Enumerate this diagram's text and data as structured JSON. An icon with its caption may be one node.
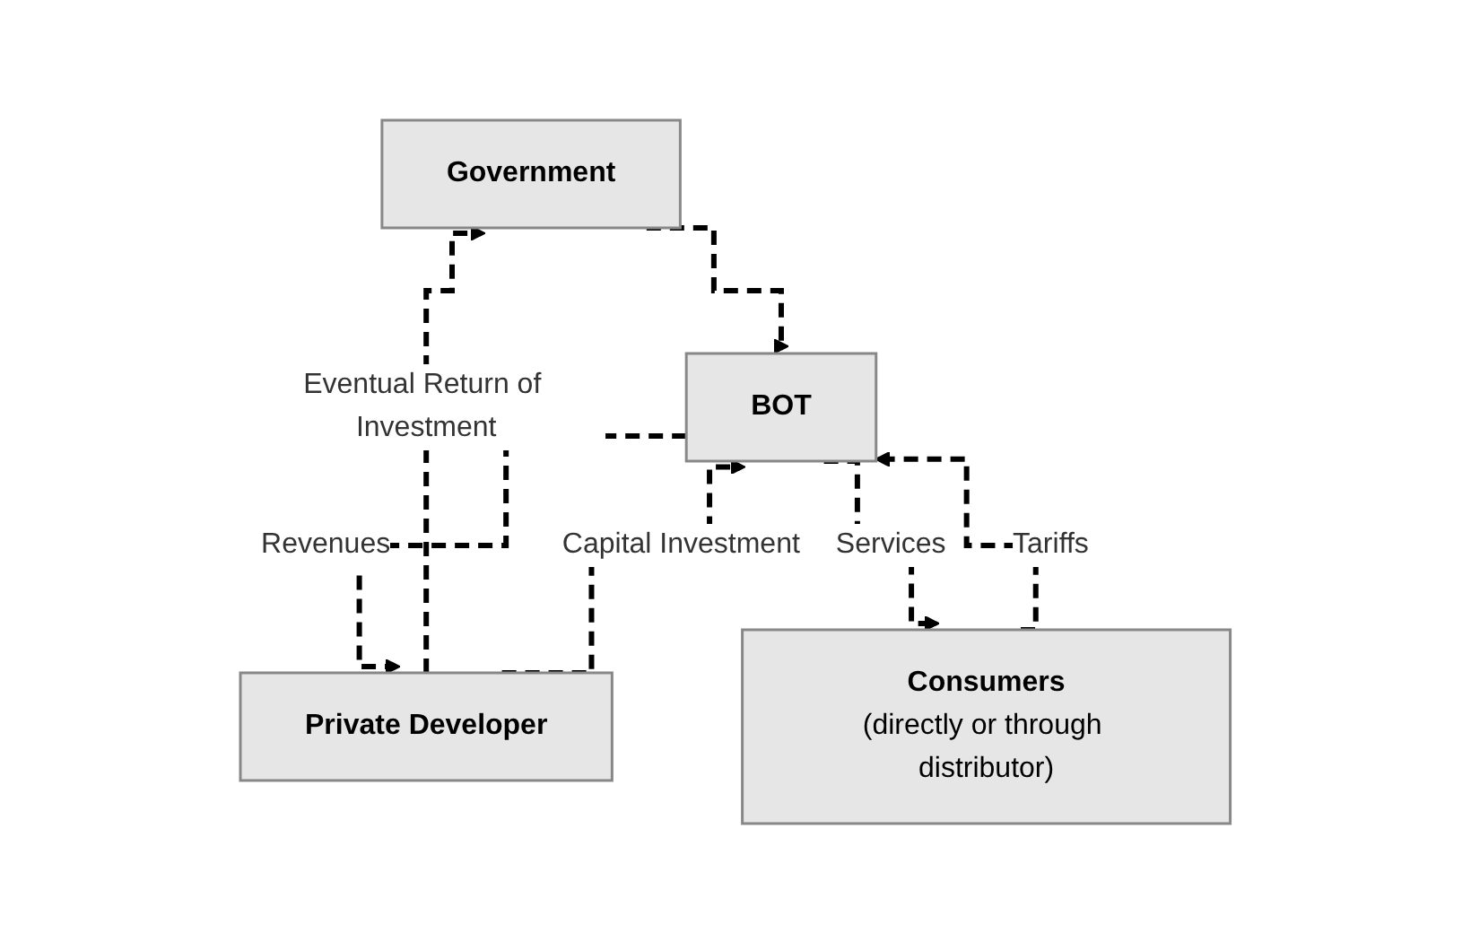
{
  "diagram": {
    "nodes": [
      {
        "text": [
          "Government"
        ]
      },
      {
        "text": [
          "Private Developer"
        ]
      },
      {
        "text": [
          "BOT"
        ]
      },
      {
        "text": [
          "Consumers",
          "(directly or through distributor)"
        ]
      }
    ],
    "edges": [
      {
        "from": 1,
        "to": 0,
        "arrow": "to",
        "label": "Eventual Return of Investment",
        "style": "dashed"
      },
      {
        "from": 0,
        "to": 2,
        "arrow": "to",
        "style": "dashed"
      },
      {
        "from": 1,
        "to": 2,
        "arrow": "to",
        "label": "Capital Investment",
        "style": "dashed"
      },
      {
        "from": 2,
        "to": 1,
        "arrow": "to",
        "label": "Revenues",
        "style": "dashed"
      },
      {
        "from": 2,
        "to": 3,
        "arrow": "to",
        "label": "Services",
        "style": "dashed"
      },
      {
        "from": 3,
        "to": 2,
        "arrow": "to",
        "label": "Tariffs",
        "style": "dashed"
      }
    ]
  }
}
